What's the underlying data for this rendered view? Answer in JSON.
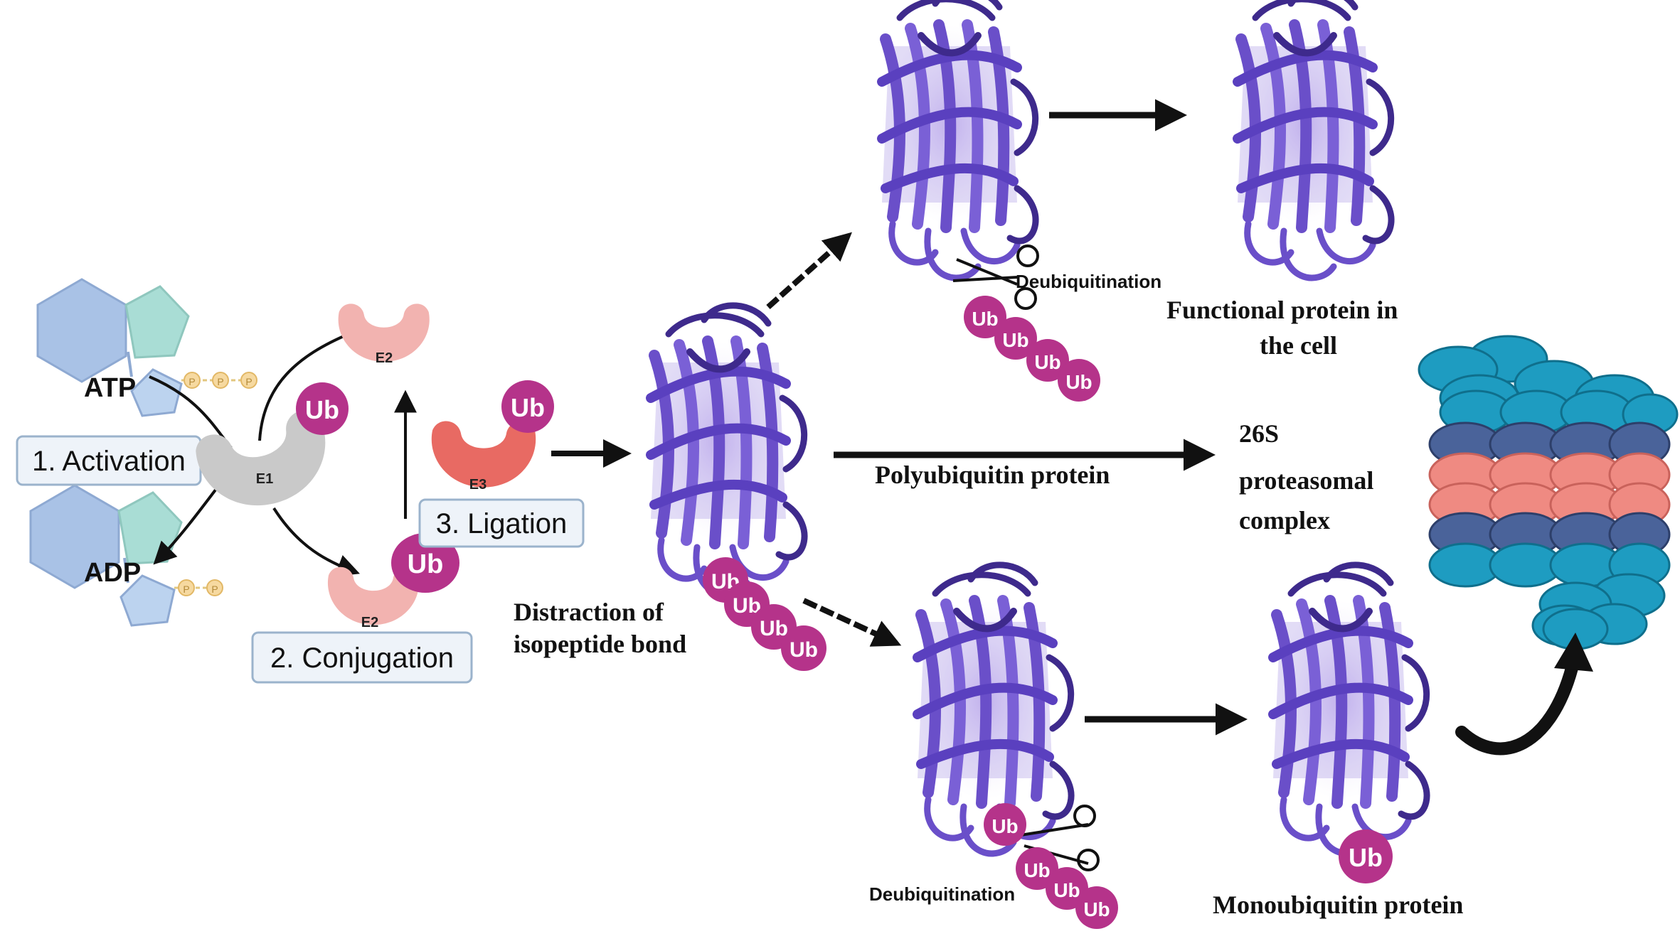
{
  "labels": {
    "atp": "ATP",
    "adp": "ADP",
    "activation": "1. Activation",
    "conjugation": "2. Conjugation",
    "ligation": "3. Ligation",
    "e1": "E1",
    "e2": "E2",
    "e3": "E3",
    "ub": "Ub",
    "phosphate": "P",
    "distraction_line1": "Distraction of",
    "distraction_line2": "isopeptide bond",
    "polyubiquitin": "Polyubiquitin  protein",
    "deubiquitination": "Deubiquitination",
    "functional_line1": "Functional  protein  in",
    "functional_line2": "the cell",
    "proteasome_line1": "26S",
    "proteasome_line2": "proteasomal",
    "proteasome_line3": "complex",
    "monoubiquitin": "Monoubiquitin  protein"
  },
  "colors": {
    "ub": "#b5338a",
    "protein": "#6a4fc9",
    "protein_dark": "#3e2a8c",
    "e1": "#c9c9c9",
    "e2": "#f2b3b0",
    "e3": "#e86a63",
    "label_box_fill": "#eef3f9",
    "label_box_stroke": "#9bb3cc",
    "proteasome_teal": "#1e9cc1",
    "proteasome_navy": "#4a639a",
    "proteasome_salmon": "#ef8a82",
    "molecule_blue": "#a9c2e6",
    "molecule_green": "#a9ddd5",
    "phosphate": "#f6d9a0"
  }
}
